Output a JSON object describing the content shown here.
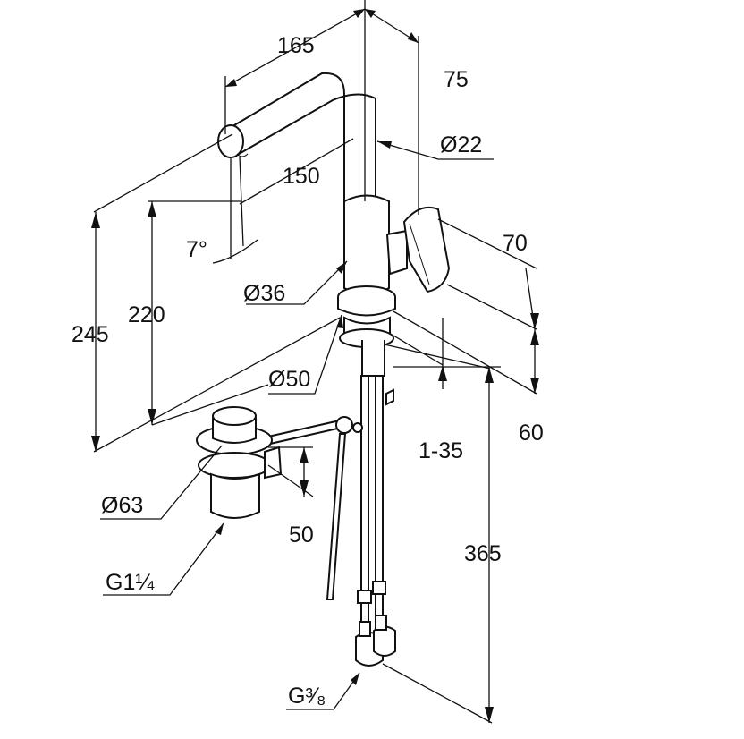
{
  "title": "Basin mixer dimension drawing",
  "dimensions": {
    "spout_reach": "165",
    "top_offset": "75",
    "spout_diameter": "Ø22",
    "spout_length": "150",
    "spout_angle": "7°",
    "handle_length": "70",
    "body_diameter": "Ø36",
    "spout_height": "220",
    "total_height": "245",
    "base_diameter": "Ø50",
    "base_offset": "60",
    "deck_thickness": "1-35",
    "drain_diameter": "Ø63",
    "drain_height": "50",
    "hose_length": "365",
    "drain_thread": "G1¼",
    "hose_thread": "G³⁄₈"
  },
  "colors": {
    "line": "#111111",
    "background": "#ffffff"
  }
}
